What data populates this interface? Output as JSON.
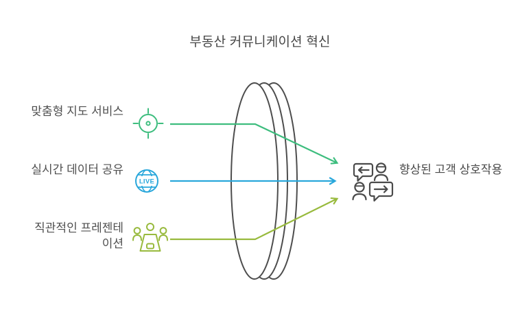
{
  "title": "부동산 커뮤니케이션 혁신",
  "lens": {
    "color": "#4d4d4d"
  },
  "inputs": [
    {
      "label": "맞춤형 지도 서비스",
      "icon": "crosshair-target-icon",
      "color": "#3dbd7e"
    },
    {
      "label": "실시간 데이터 공유",
      "icon": "live-globe-icon",
      "color": "#29a7db",
      "badge": "LIVE"
    },
    {
      "label": "직관적인 프레젠테이션",
      "icon": "presentation-audience-icon",
      "color": "#98ba3d"
    }
  ],
  "output": {
    "label": "향상된 고객 상호작용",
    "icon": "people-chat-arrows-icon",
    "color": "#4a4a4a"
  }
}
